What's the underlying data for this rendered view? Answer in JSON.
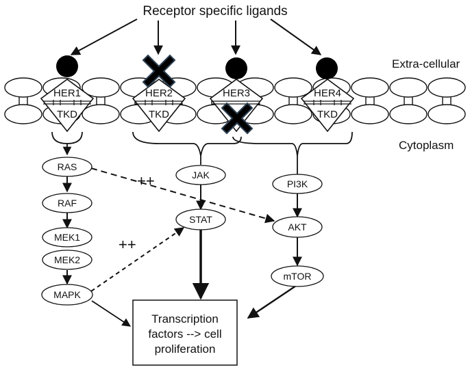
{
  "ligand_label": "Receptor specific ligands",
  "region_labels": {
    "extracellular": "Extra-cellular",
    "cytoplasm": "Cytoplasm"
  },
  "receptors": [
    {
      "id": "her1",
      "name": "HER1",
      "kinase": "TKD",
      "ligand_bound": true,
      "ligand_blocked": false,
      "kinase_blocked": false
    },
    {
      "id": "her2",
      "name": "HER2",
      "kinase": "TKD",
      "ligand_bound": false,
      "ligand_blocked": true,
      "kinase_blocked": false
    },
    {
      "id": "her3",
      "name": "HER3",
      "kinase": "TKD",
      "ligand_bound": true,
      "ligand_blocked": false,
      "kinase_blocked": true
    },
    {
      "id": "her4",
      "name": "HER4",
      "kinase": "TKD",
      "ligand_bound": true,
      "ligand_blocked": false,
      "kinase_blocked": false
    }
  ],
  "pathway_nodes": {
    "ras": "RAS",
    "raf": "RAF",
    "mek1": "MEK1",
    "mek2": "MEK2",
    "mapk": "MAPK",
    "jak": "JAK",
    "stat": "STAT",
    "pi3k": "PI3K",
    "akt": "AKT",
    "mtor": "mTOR"
  },
  "crosstalk_labels": {
    "ras_akt": "++",
    "mapk_stat": "++"
  },
  "output_box": {
    "line1": "Transcription",
    "line2": "factors --> cell",
    "line3": "proliferation"
  },
  "colors": {
    "ink": "#111111",
    "background": "#ffffff"
  }
}
